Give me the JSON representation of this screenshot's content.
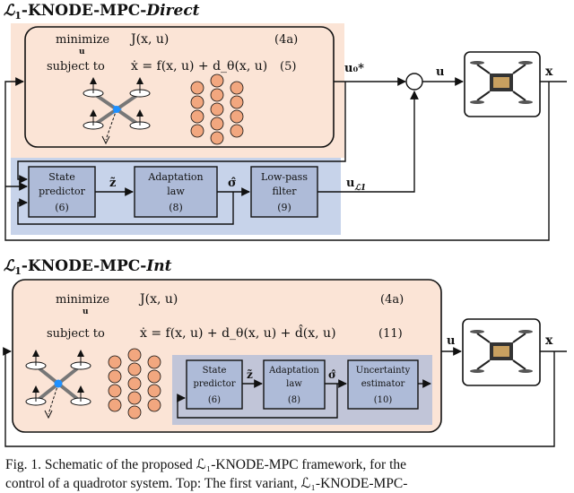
{
  "top": {
    "title_prefix": "ℒ",
    "title_sub": "1",
    "title_main": "-KNODE-MPC-",
    "title_variant": "Direct",
    "minimize": "minimize",
    "u_sub": "u",
    "objective": "J(x, u)",
    "eq_obj": "(4a)",
    "subject_to": "subject to",
    "dynamics": "ẋ = f(x, u) + d_θ(x, u)",
    "eq_dyn": "(5)",
    "mpc_out": "u₀*",
    "sum_out": "u",
    "plant_out": "x",
    "state_predictor": [
      "State",
      "predictor",
      "(6)"
    ],
    "adaptation_law": [
      "Adaptation",
      "law",
      "(8)"
    ],
    "lowpass": [
      "Low-pass",
      "filter",
      "(9)"
    ],
    "z_label": "z̃",
    "sigma_label": "σ̂",
    "ul1": "u",
    "ul1_sub": "ℒ1"
  },
  "bottom": {
    "title_prefix": "ℒ",
    "title_sub": "1",
    "title_main": "-KNODE-MPC-",
    "title_variant": "Int",
    "minimize": "minimize",
    "u_sub": "u",
    "objective": "J(x, u)",
    "eq_obj": "(4a)",
    "subject_to": "subject to",
    "dynamics": "ẋ = f(x, u) + d_θ(x, u) + d̂(x, u)",
    "eq_dyn": "(11)",
    "mpc_out": "u",
    "plant_out": "x",
    "state_predictor": [
      "State",
      "predictor",
      "(6)"
    ],
    "adaptation_law": [
      "Adaptation",
      "law",
      "(8)"
    ],
    "uncertainty": [
      "Uncertainty",
      "estimator",
      "(10)"
    ],
    "z_label": "z̃",
    "sigma_label": "σ̂"
  },
  "caption": {
    "line1": "Fig. 1.    Schematic of the proposed ℒ₁-KNODE-MPC framework, for the",
    "line2": "control of a quadrotor system. Top: The first variant, ℒ₁-KNODE-MPC-"
  },
  "colors": {
    "mpc_fill": "#fbe4d6",
    "l1_fill": "#c7d3ea",
    "block_fill": "#aebbd8",
    "nn_fill": "#f2a77f",
    "drone_blue": "#1e90ff"
  }
}
